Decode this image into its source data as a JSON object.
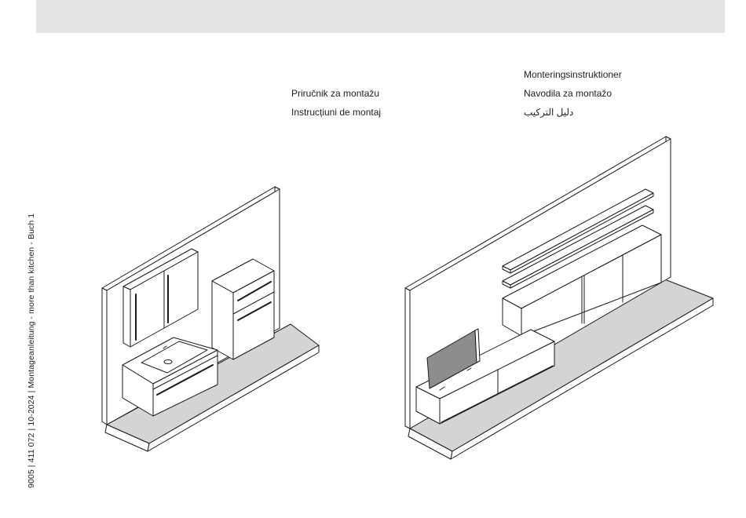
{
  "sidebar": {
    "imprint": "9005 | 411 072 | 10-2024 | Montageanleitung - more than kitchen - Buch 1"
  },
  "titles": {
    "left": [
      "Priručnik za montažu",
      "Instrucțiuni de montaj"
    ],
    "right": [
      "Monteringsinstruktioner",
      "Navodila za montažo",
      "دليل التركيب"
    ]
  },
  "colors": {
    "band": "#e3e3e3",
    "floor": "#d4d4d4",
    "tv_screen": "#8d8d8d",
    "line": "#1a1a1a"
  }
}
